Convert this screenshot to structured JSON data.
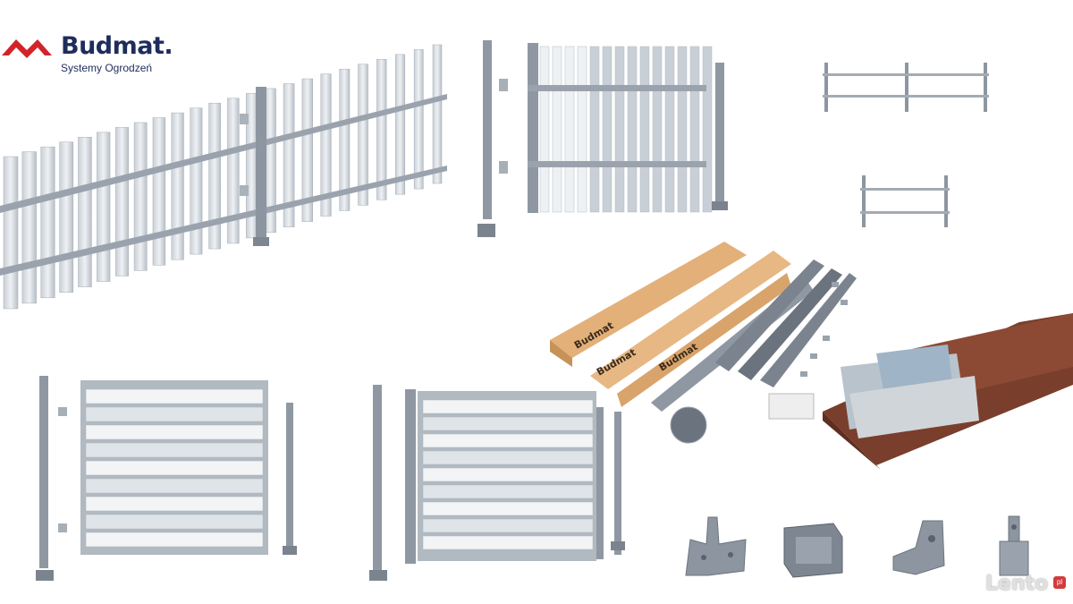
{
  "logo": {
    "brand": "Budmat.",
    "tagline": "Systemy Ogrodzeń",
    "brand_color": "#1f2d5c",
    "mark_color": "#d2232a"
  },
  "box_labels": [
    "Budmat",
    "Budmat",
    "Budmat"
  ],
  "watermark": {
    "text": "Lento",
    "suffix": "pl"
  }
}
